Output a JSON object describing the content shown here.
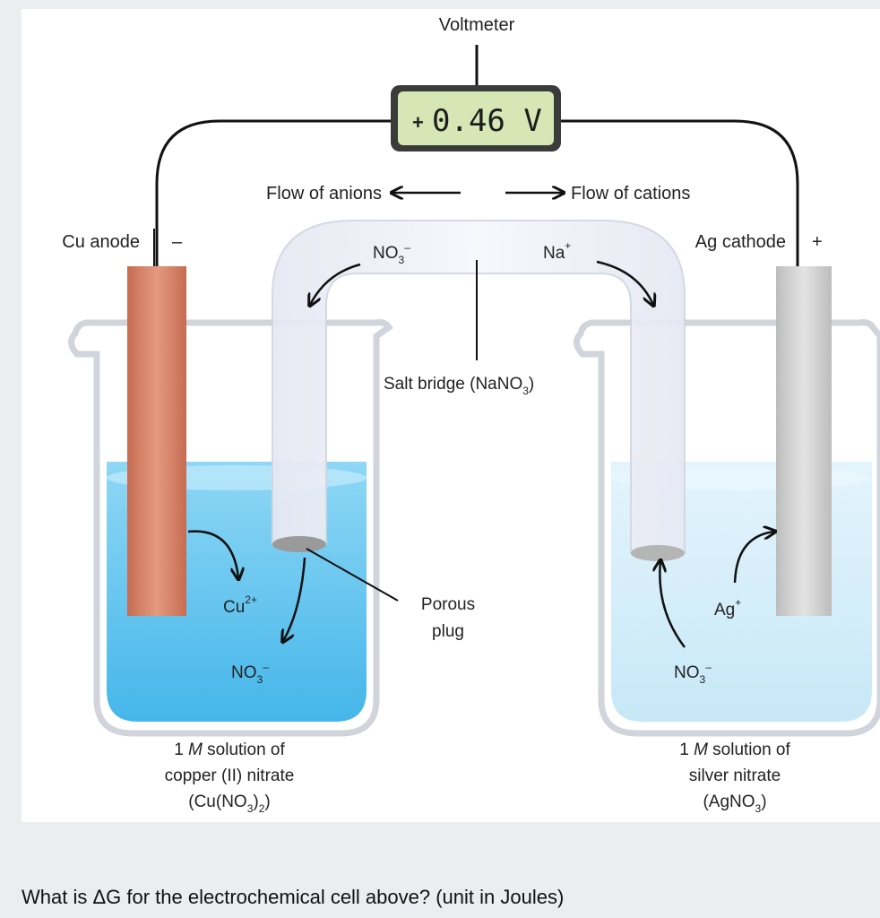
{
  "diagram": {
    "voltmeter_label": "Voltmeter",
    "voltmeter_reading": "0.46 V",
    "voltmeter_sign": "+",
    "flow_anions": "Flow of anions",
    "flow_cations": "Flow of cations",
    "anode_label": "Cu anode",
    "anode_sign": "–",
    "cathode_label": "Ag cathode",
    "cathode_sign": "+",
    "bridge_left_ion": {
      "base": "NO",
      "sub": "3",
      "sup": "–"
    },
    "bridge_right_ion": {
      "base": "Na",
      "sup": "+"
    },
    "salt_bridge": {
      "prefix": "Salt bridge (NaNO",
      "sub": "3",
      "suffix": ")"
    },
    "porous_plug_line1": "Porous",
    "porous_plug_line2": "plug",
    "left_ion_top": {
      "base": "Cu",
      "sup": "2+"
    },
    "left_ion_bottom": {
      "base": "NO",
      "sub": "3",
      "sup": "–"
    },
    "right_ion_top": {
      "base": "Ag",
      "sup": "+"
    },
    "right_ion_bottom": {
      "base": "NO",
      "sub": "3",
      "sup": "–"
    },
    "left_solution": {
      "line1_prefix": "1 ",
      "line1_italic": "M",
      "line1_suffix": " solution of",
      "line2": "copper (II) nitrate",
      "line3_prefix": "(Cu(NO",
      "line3_sub1": "3",
      "line3_mid": ")",
      "line3_sub2": "2",
      "line3_suffix": ")"
    },
    "right_solution": {
      "line1_prefix": "1 ",
      "line1_italic": "M",
      "line1_suffix": " solution of",
      "line2": "silver nitrate",
      "line3_prefix": "(AgNO",
      "line3_sub": "3",
      "line3_suffix": ")"
    },
    "colors": {
      "left_solution": "#5cc3ee",
      "right_solution": "#c9e9f8",
      "copper": "#d9836a",
      "silver": "#cfcfcf",
      "lcd": "#d6e6b4"
    }
  },
  "question": "What is ΔG for the electrochemical cell above? (unit in Joules)"
}
